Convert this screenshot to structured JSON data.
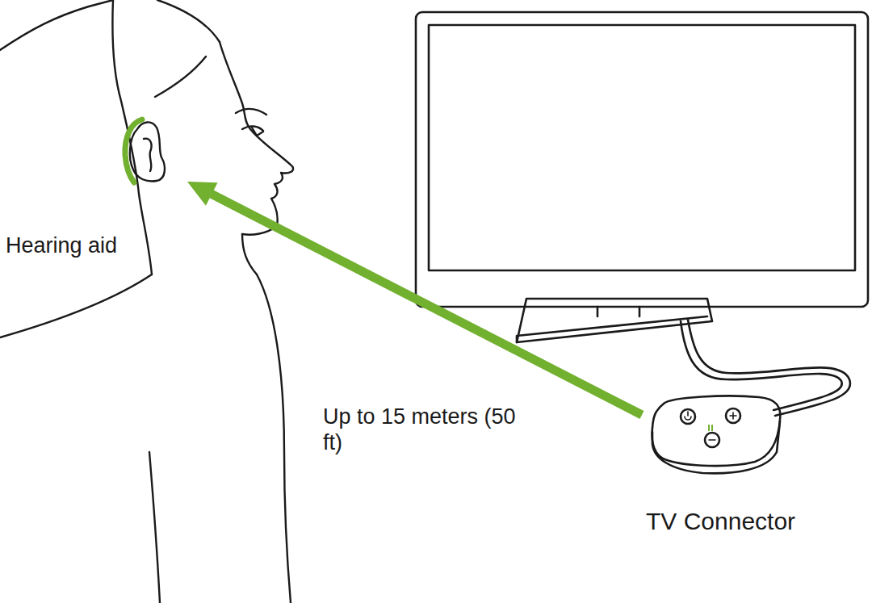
{
  "diagram": {
    "nodes": [
      {
        "text": [
          "Hearing aid"
        ]
      },
      {
        "text": [
          "TV Connector"
        ]
      }
    ],
    "edges": [
      {
        "from": 1,
        "to": 0,
        "arrow": "to",
        "label": "Up to 15 meters (50 ft)"
      }
    ]
  }
}
